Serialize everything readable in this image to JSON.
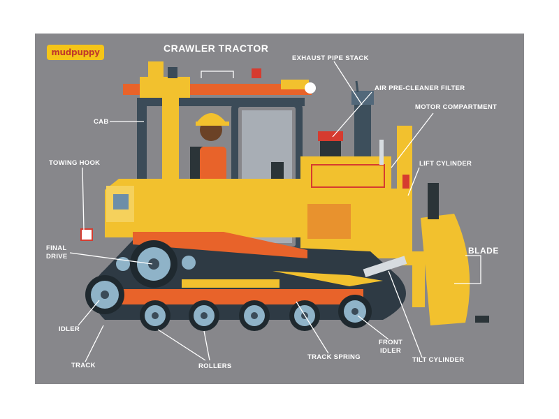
{
  "logo": {
    "text": "mudpuppy"
  },
  "title": "CRAWLER TRACTOR",
  "labels": {
    "exhaust_pipe_stack": "EXHAUST PIPE STACK",
    "air_pre_cleaner_filter": "AIR PRE-CLEANER FILTER",
    "motor_compartment": "MOTOR COMPARTMENT",
    "cab": "CAB",
    "towing_hook": "TOWING HOOK",
    "lift_cylinder": "LIFT CYLINDER",
    "blade": "BLADE",
    "final_drive_1": "FINAL",
    "final_drive_2": "DRIVE",
    "idler": "IDLER",
    "track": "TRACK",
    "rollers": "ROLLERS",
    "track_spring": "TRACK SPRING",
    "front_idler_1": "FRONT",
    "front_idler_2": "IDLER",
    "tilt_cylinder": "TILT CYLINDER"
  },
  "colors": {
    "background": "#87878b",
    "body_yellow": "#f2c12e",
    "accent_orange": "#e8632a",
    "track_dark": "#2e3a44",
    "wheel_blue": "#8fb3c8",
    "logo_yellow": "#f5c518"
  }
}
